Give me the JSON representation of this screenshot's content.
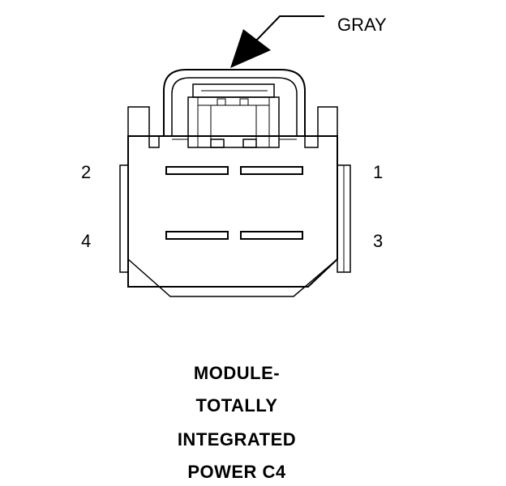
{
  "connector": {
    "wire_color_label": "GRAY",
    "pins": {
      "pin_1": "1",
      "pin_2": "2",
      "pin_3": "3",
      "pin_4": "4"
    }
  },
  "caption": {
    "lines": [
      "MODULE-",
      "TOTALLY",
      "INTEGRATED",
      "POWER C4"
    ]
  },
  "colors": {
    "line": "#000000",
    "background": "#ffffff"
  }
}
